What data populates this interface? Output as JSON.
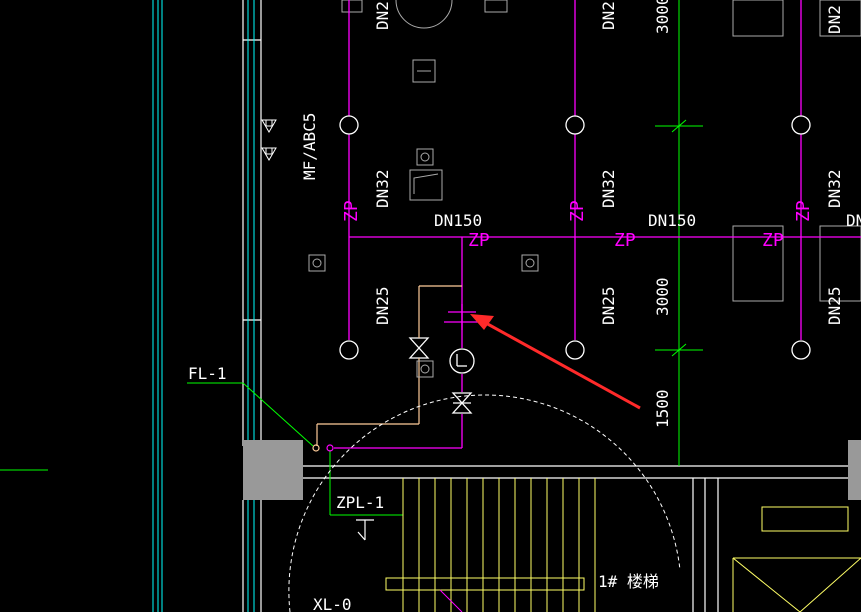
{
  "labels": {
    "dn25_top_1": "DN2",
    "dn25_top_2": "DN2",
    "dn25_top_3": "DN2",
    "dim_3000_top": "3000",
    "mf_abc5": "MF/ABC5",
    "dn32_1": "DN32",
    "dn32_2": "DN32",
    "dn32_3": "DN32",
    "zp_v1": "ZP",
    "zp_v2": "ZP",
    "zp_v3": "ZP",
    "dn150_1": "DN150",
    "dn150_2": "DN150",
    "dn_edge": "DN",
    "zp_h1": "ZP",
    "zp_h2": "ZP",
    "zp_h3": "ZP",
    "dn25_1": "DN25",
    "dn25_2": "DN25",
    "dn25_3": "DN25",
    "dim_3000": "3000",
    "dim_1500": "1500",
    "fl_1": "FL-1",
    "zpl_1": "ZPL-1",
    "stair_label": "1# 楼梯",
    "xl_0": "XL-0"
  },
  "colors": {
    "background": "#000000",
    "magenta": "#ff00ff",
    "green": "#00ff00",
    "white": "#ffffff",
    "grey": "#999999",
    "yellow": "#ffff66",
    "cyan": "#00ffff",
    "orange": "#ffcc99",
    "arrow": "#ff2a2a"
  }
}
